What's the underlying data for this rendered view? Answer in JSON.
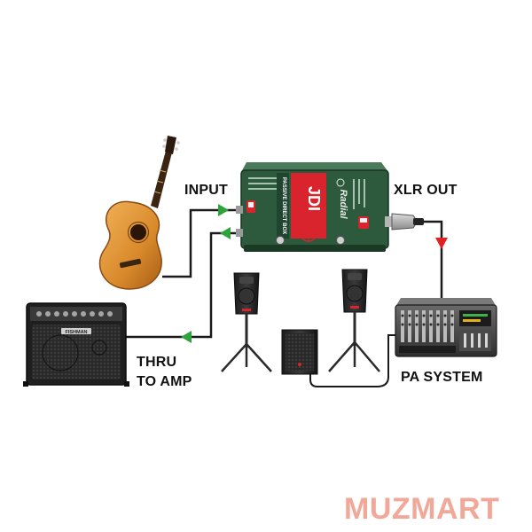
{
  "labels": {
    "input": "INPUT",
    "xlr_out": "XLR OUT",
    "thru_line1": "THRU",
    "thru_line2": "TO AMP",
    "pa_system": "PA SYSTEM"
  },
  "device": {
    "name": "JDI",
    "subtitle": "PASSIVE DIRECT BOX",
    "brand": "Radial"
  },
  "amp": {
    "brand": "FISHMAN"
  },
  "watermark": "MUZMART",
  "colors": {
    "signal_arrow": "#2fa33b",
    "output_arrow": "#e02222",
    "device_body": "#2d5a3d",
    "device_accent": "#d9232d",
    "watermark": "#f2a898",
    "cable": "#1a1a1a"
  },
  "icons": [
    "acoustic-guitar-icon",
    "direct-box-icon",
    "xlr-connector-icon",
    "acoustic-amp-icon",
    "pa-speaker-icon",
    "subwoofer-icon",
    "powered-mixer-icon"
  ]
}
